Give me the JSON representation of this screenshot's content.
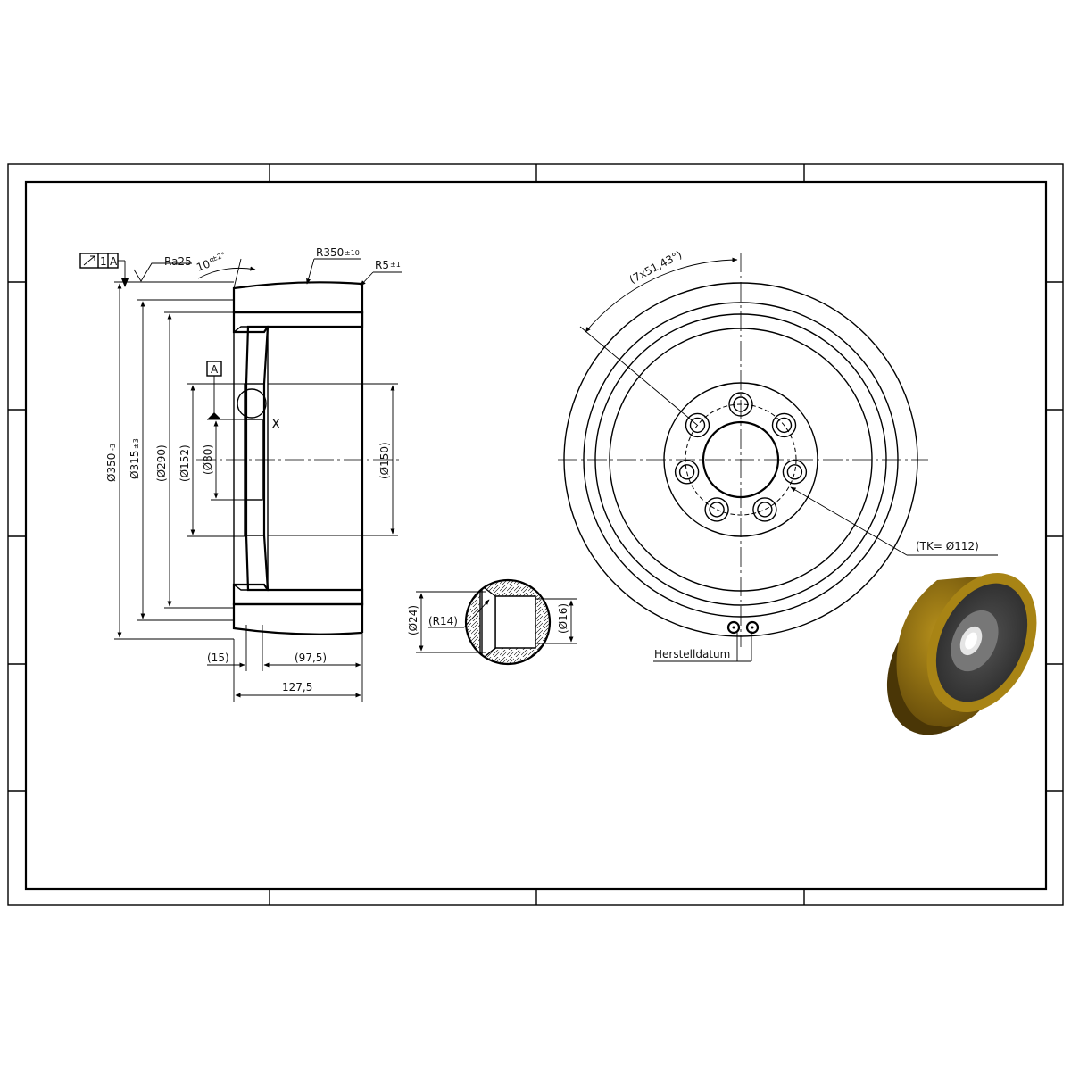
{
  "tolerance_frame": {
    "symbol": "runout-icon",
    "number": "1",
    "datum": "A"
  },
  "surface": {
    "roughness": "Ra25"
  },
  "labels": {
    "angle_main": "10°",
    "angle_tol": "±2°",
    "radius_main": "R350",
    "radius_tol": "±10",
    "fillet_main": "R5",
    "fillet_tol": "±1",
    "datum": "A",
    "detail": "X",
    "dia350_main": "Ø350",
    "dia350_tol": "-3",
    "dia315_main": "Ø315",
    "dia315_tol": "±3",
    "dia290": "(Ø290)",
    "dia152": "(Ø152)",
    "dia80": "(Ø80)",
    "dia150": "(Ø150)",
    "w15": "(15)",
    "w975": "(97,5)",
    "w1275": "127,5",
    "d24": "(Ø24)",
    "r14": "(R14)",
    "d16": "(Ø16)",
    "pitch": "(7x51,43°)",
    "tk": "(TK= Ø112)",
    "date": "Herstelldatum"
  },
  "colors": {
    "line": "#000000",
    "tread": "#8a6a10",
    "hub": "#3a3a3a"
  }
}
